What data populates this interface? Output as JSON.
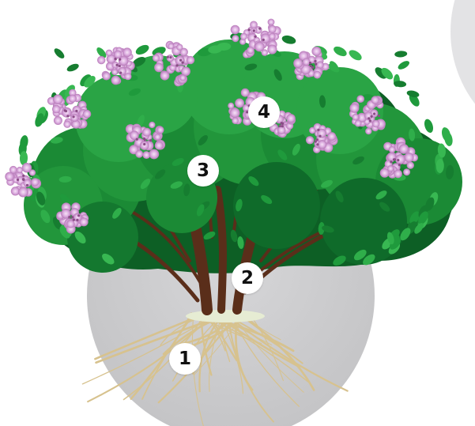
{
  "markers": [
    {
      "id": "1",
      "label": "1"
    },
    {
      "id": "2",
      "label": "2"
    },
    {
      "id": "3",
      "label": "3"
    },
    {
      "id": "4",
      "label": "4"
    }
  ],
  "colors": {
    "ground_circle": "#cfcfd1",
    "corner_circle": "#e3e3e5",
    "foliage_dark": "#0f6b2a",
    "foliage_mid": "#1b8a35",
    "foliage_light": "#2fae4a",
    "leaf": "#32b24e",
    "stem": "#5a2e1a",
    "root": "#d9c594",
    "flower": "#d9a7df",
    "flower_light": "#efd3f0",
    "flower_dark": "#c98ac8",
    "marker_bg": "#ffffff",
    "marker_text": "#111111"
  },
  "icons": {
    "plant": "lilac-shrub-illustration"
  }
}
